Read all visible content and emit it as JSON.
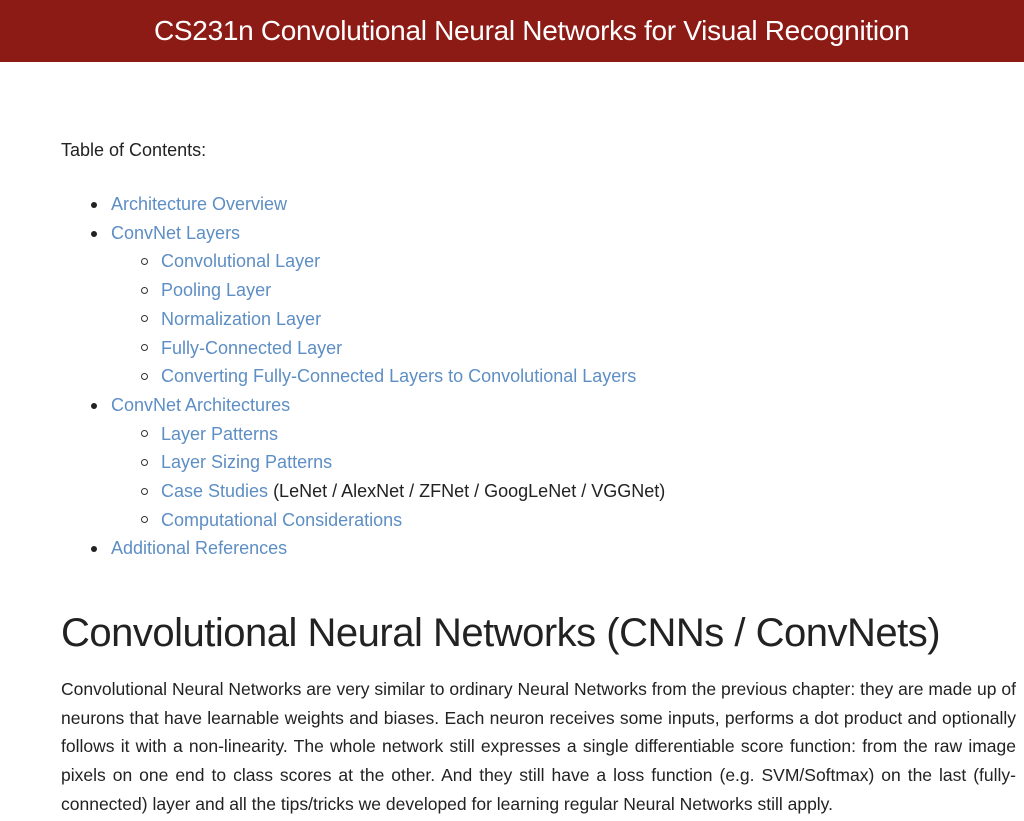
{
  "header": {
    "title": "CS231n Convolutional Neural Networks for Visual Recognition"
  },
  "toc": {
    "title": "Table of Contents:",
    "items": [
      {
        "label": "Architecture Overview"
      },
      {
        "label": "ConvNet Layers",
        "children": [
          {
            "label": "Convolutional Layer"
          },
          {
            "label": "Pooling Layer"
          },
          {
            "label": "Normalization Layer"
          },
          {
            "label": "Fully-Connected Layer"
          },
          {
            "label": "Converting Fully-Connected Layers to Convolutional Layers"
          }
        ]
      },
      {
        "label": "ConvNet Architectures",
        "children": [
          {
            "label": "Layer Patterns"
          },
          {
            "label": "Layer Sizing Patterns"
          },
          {
            "label": "Case Studies",
            "suffix": " (LeNet / AlexNet / ZFNet / GoogLeNet / VGGNet)"
          },
          {
            "label": "Computational Considerations"
          }
        ]
      },
      {
        "label": "Additional References"
      }
    ]
  },
  "section": {
    "heading": "Convolutional Neural Networks (CNNs / ConvNets)",
    "paragraph": "Convolutional Neural Networks are very similar to ordinary Neural Networks from the previous chapter: they are made up of neurons that have learnable weights and biases. Each neuron receives some inputs, performs a dot product and optionally follows it with a non-linearity. The whole network still expresses a single differentiable score function: from the raw image pixels on one end to class scores at the other. And they still have a loss function (e.g. SVM/Softmax) on the last (fully-connected) layer and all the tips/tricks we developed for learning regular Neural Networks still apply."
  }
}
